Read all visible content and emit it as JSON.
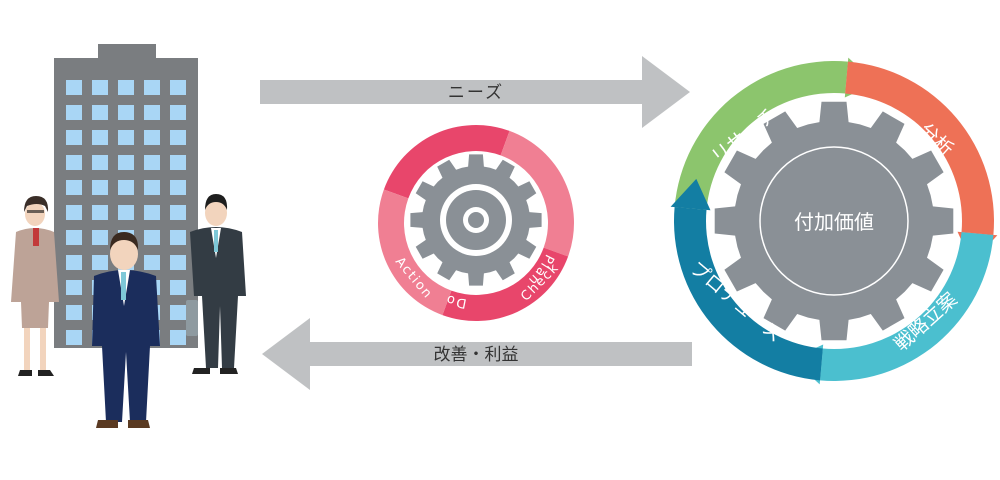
{
  "arrows": {
    "top_label": "ニーズ",
    "bottom_label": "改善・利益"
  },
  "pdca": {
    "labels": [
      "Plan",
      "Do",
      "Check",
      "Action"
    ],
    "colors": {
      "dark": "#e8466b",
      "light": "#f07f93",
      "gear": "#8a9096"
    }
  },
  "value_cycle": {
    "center": "付加価値",
    "segments": [
      {
        "label": "リサーチ",
        "color": "#8cc56d"
      },
      {
        "label": "分析",
        "color": "#ee7156"
      },
      {
        "label": "戦略立案",
        "color": "#4bbfcf"
      },
      {
        "label": "プロデュース",
        "color": "#137ea3"
      }
    ],
    "gear_color": "#8a9096"
  },
  "colors": {
    "arrow": "#bfc1c3",
    "building": "#7a7d80",
    "window": "#a9d6f5"
  }
}
